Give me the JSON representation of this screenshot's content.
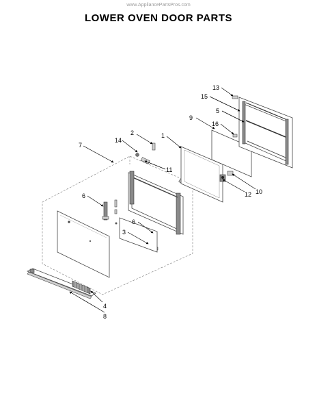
{
  "watermark": "www.AppliancePartsPros.com",
  "title": "LOWER OVEN DOOR PARTS",
  "callouts": {
    "c1": "1",
    "c2": "2",
    "c3": "3",
    "c4": "4",
    "c5": "5",
    "c6a": "6",
    "c6b": "6",
    "c7": "7",
    "c8": "8",
    "c9": "9",
    "c10": "10",
    "c11": "11",
    "c12": "12",
    "c13": "13",
    "c14": "14",
    "c15": "15",
    "c16": "16"
  }
}
